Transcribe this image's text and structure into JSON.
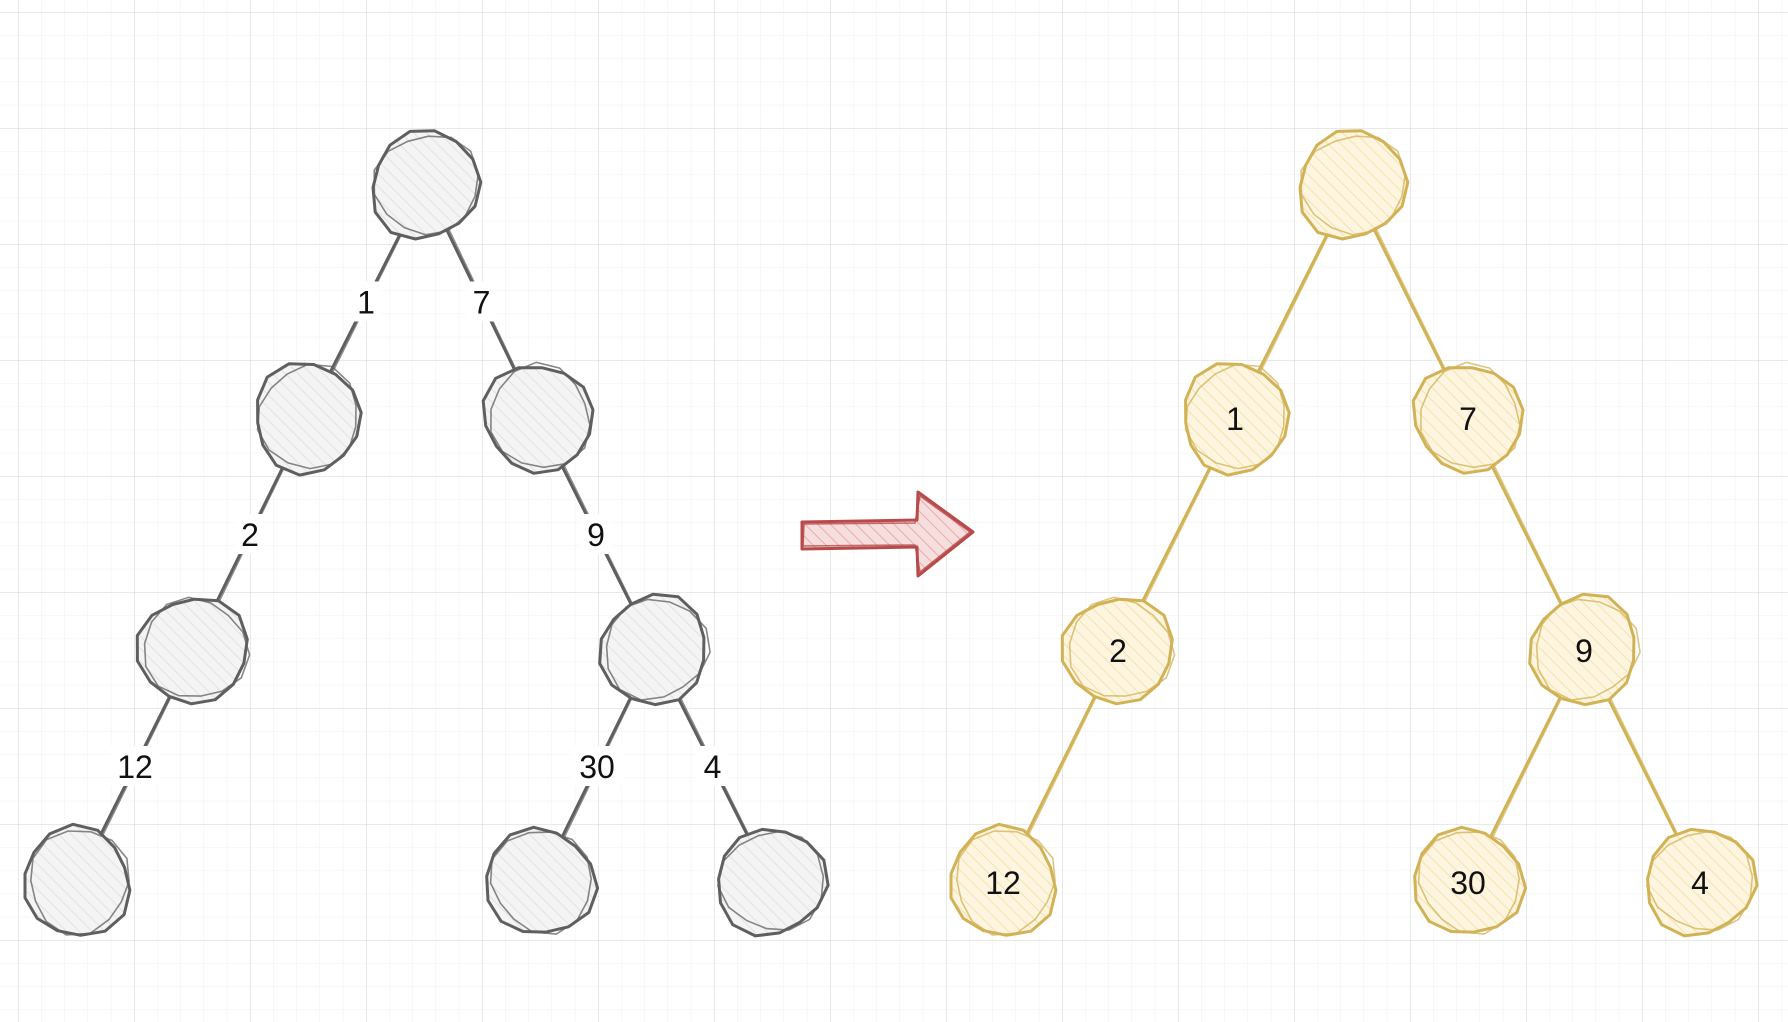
{
  "colors": {
    "grid_minor": "#f0f0f0",
    "grid_major": "#dcdcdc",
    "left_stroke": "#5f5f5f",
    "left_fill": "#ececec",
    "right_stroke": "#d1b255",
    "right_fill": "#fbf0d2",
    "arrow_stroke": "#b84a4a",
    "arrow_fill": "#f2c6c6"
  },
  "left_tree": {
    "edges": [
      {
        "id": "root-a",
        "label": "1"
      },
      {
        "id": "root-b",
        "label": "7"
      },
      {
        "id": "a-c",
        "label": "2"
      },
      {
        "id": "b-d",
        "label": "9"
      },
      {
        "id": "c-e",
        "label": "12"
      },
      {
        "id": "d-f",
        "label": "30"
      },
      {
        "id": "d-g",
        "label": "4"
      }
    ]
  },
  "right_tree": {
    "nodes": [
      {
        "id": "root",
        "label": ""
      },
      {
        "id": "a",
        "label": "1"
      },
      {
        "id": "b",
        "label": "7"
      },
      {
        "id": "c",
        "label": "2"
      },
      {
        "id": "d",
        "label": "9"
      },
      {
        "id": "e",
        "label": "12"
      },
      {
        "id": "f",
        "label": "30"
      },
      {
        "id": "g",
        "label": "4"
      }
    ]
  },
  "arrow": {
    "icon": "right-arrow-icon"
  }
}
